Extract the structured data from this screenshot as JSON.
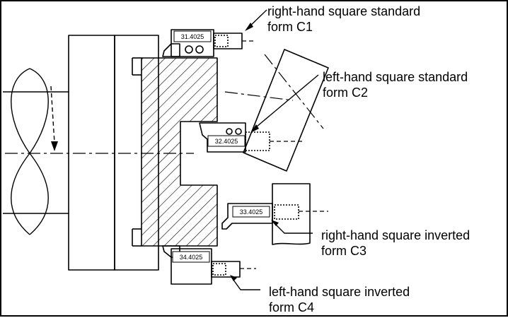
{
  "labels": {
    "c1": {
      "line1": "right-hand square standard",
      "line2": "form C1"
    },
    "c2": {
      "line1": "left-hand square standard",
      "line2": "form C2"
    },
    "c3": {
      "line1": "right-hand square inverted",
      "line2": "form C3"
    },
    "c4": {
      "line1": "left-hand square inverted",
      "line2": "form C4"
    }
  },
  "tool_codes": {
    "c1": "31.4025",
    "c2": "32.4025",
    "c3": "33.4025",
    "c4": "34.4025"
  }
}
